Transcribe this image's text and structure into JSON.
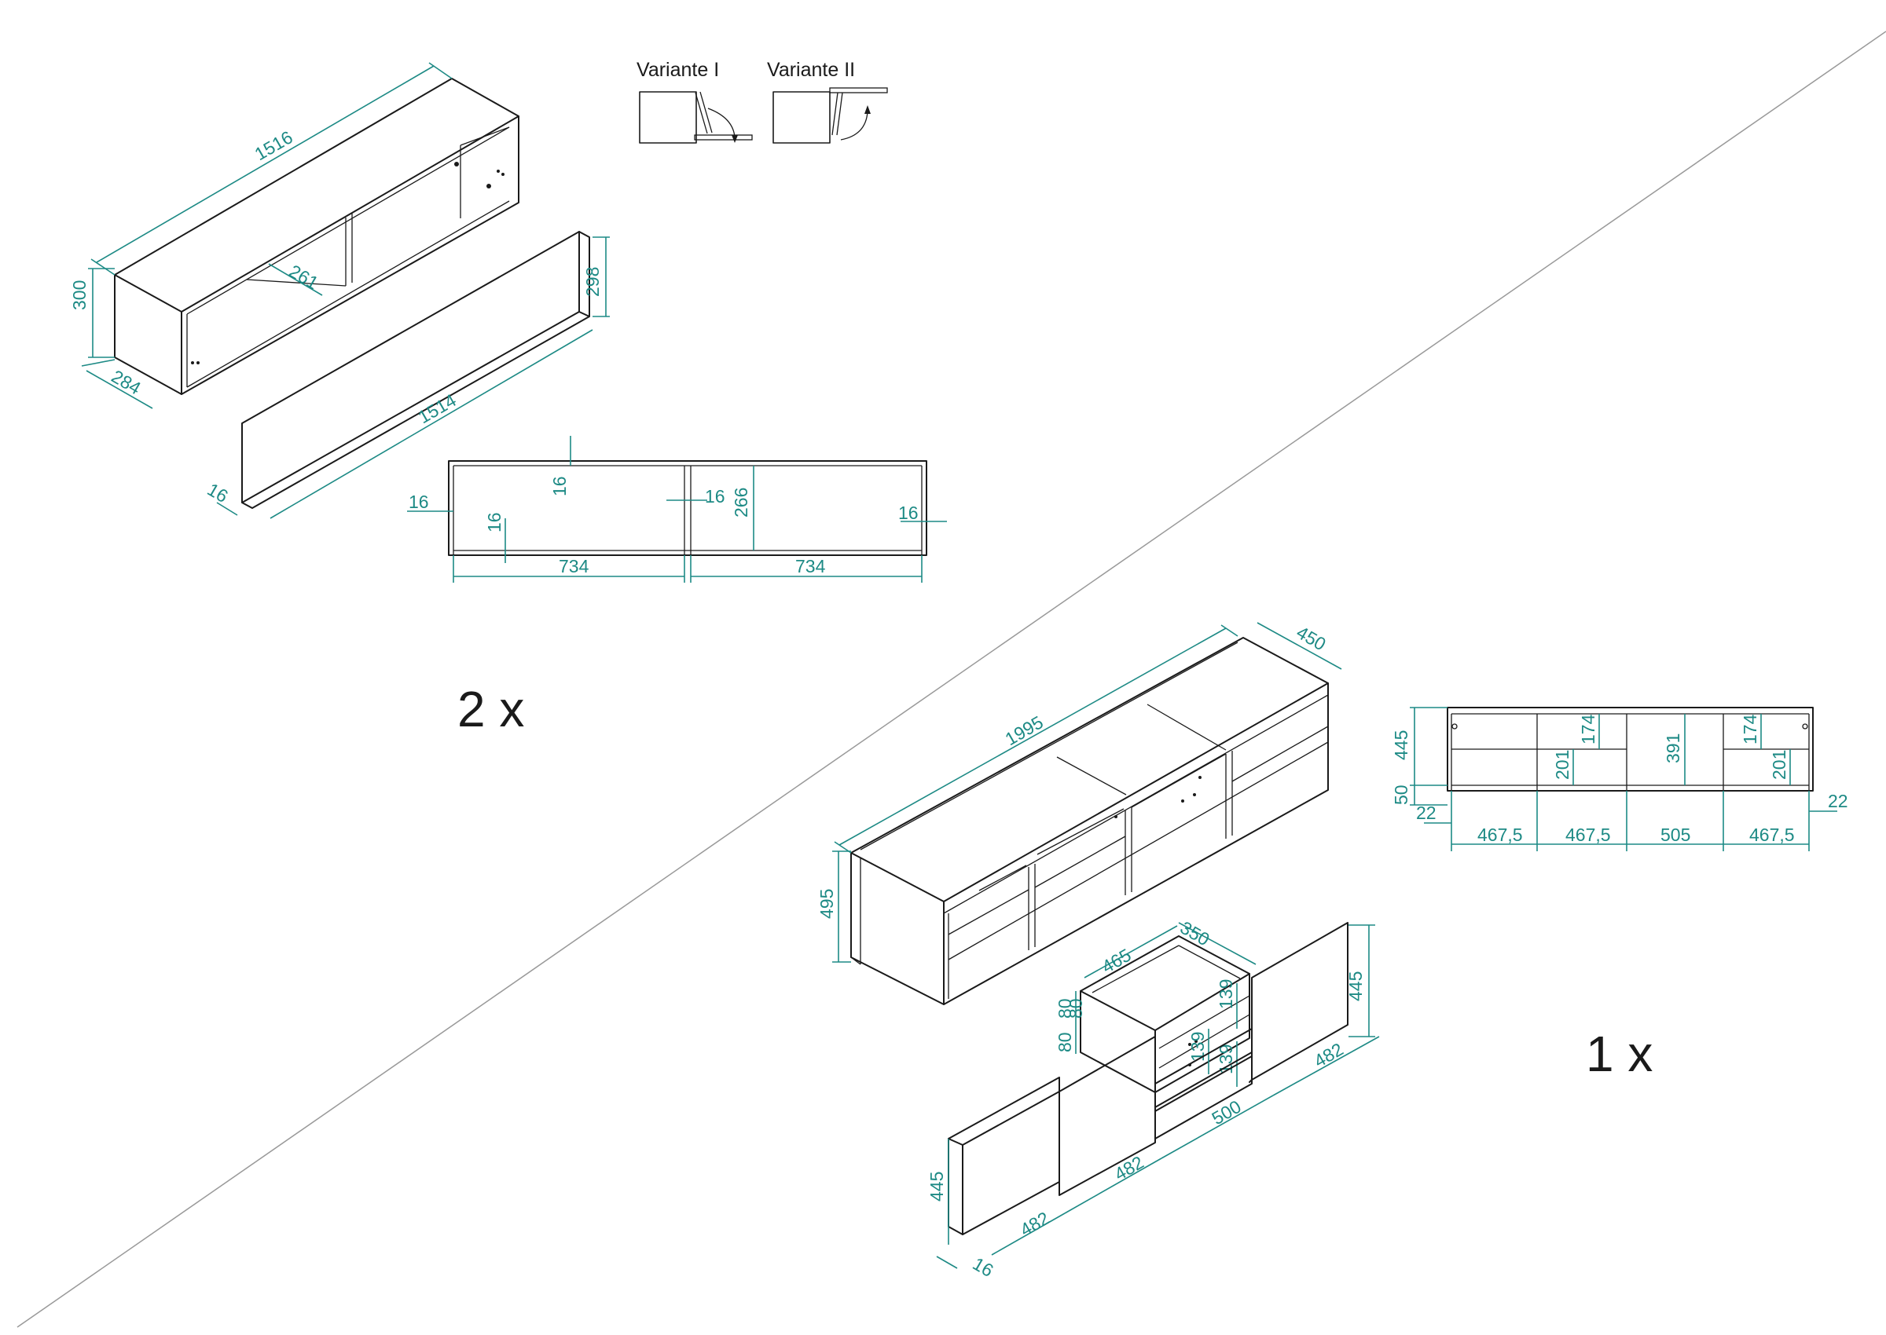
{
  "colors": {
    "line": "#1a1a1a",
    "dimension": "#1d8a85",
    "background": "#ffffff"
  },
  "variants": [
    "Variante I",
    "Variante II"
  ],
  "wall_cabinet": {
    "quantity": "2 x",
    "iso_width": "1516",
    "iso_height": "300",
    "iso_depth": "284",
    "shelf_depth": "261",
    "flap_height": "298",
    "flap_width": "1514",
    "flap_thickness": "16",
    "front": {
      "top_thickness": "16",
      "side_left": "16",
      "middle": "16",
      "bottom_thickness": "16",
      "inner_height": "266",
      "side_right": "16",
      "compartment_left": "734",
      "compartment_right": "734"
    }
  },
  "lowboard": {
    "quantity": "1 x",
    "iso_width": "1995",
    "iso_depth": "450",
    "iso_height": "495",
    "front": {
      "body_height": "445",
      "plinth_height": "50",
      "shelf_upper_left": "174",
      "shelf_lower_left": "201",
      "middle_height": "391",
      "shelf_upper_right": "174",
      "shelf_lower_right": "201",
      "offset_left": "22",
      "offset_right": "22",
      "widths": [
        "467,5",
        "467,5",
        "505",
        "467,5"
      ]
    },
    "drawer_box": {
      "width": "465",
      "depth": "350",
      "side_heights": [
        "80",
        "80",
        "80"
      ],
      "front_heights": [
        "139",
        "139",
        "139"
      ]
    },
    "door_height_left": "445",
    "door_height_right": "445",
    "door_thickness": "16",
    "door_widths": [
      "482",
      "482",
      "500",
      "482"
    ]
  }
}
